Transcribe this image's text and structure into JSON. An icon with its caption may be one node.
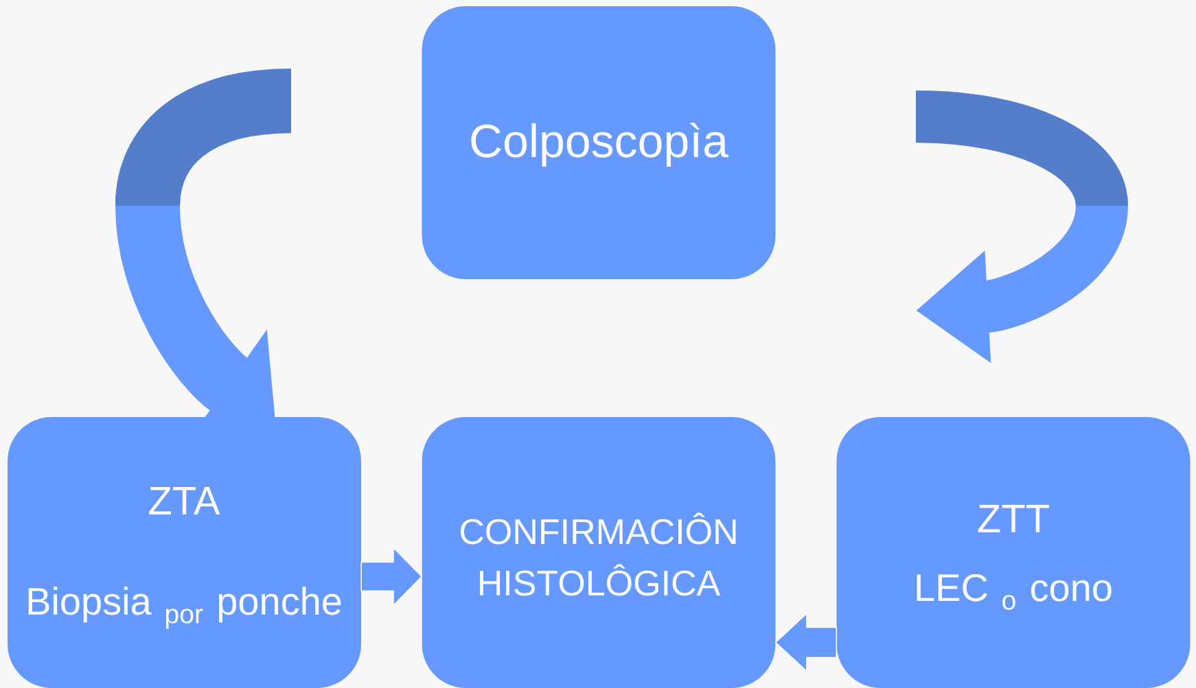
{
  "diagram": {
    "nodes": [
      {
        "text": [
          "Colposcopìa"
        ]
      },
      {
        "text": [
          "ZTA",
          "Biopsia $_{por}$ ponche"
        ]
      },
      {
        "text": [
          "CONFIRMACIÔN HISTOLÔGICA"
        ]
      },
      {
        "text": [
          "ZTT",
          "LEC $_{o}$ cono"
        ]
      }
    ],
    "edges": [
      {
        "from": null,
        "to": 1,
        "arrow": "to"
      },
      {
        "from": null,
        "to": 3,
        "arrow": "to"
      },
      {
        "from": 1,
        "to": 2,
        "arrow": "to"
      },
      {
        "from": 3,
        "to": 2,
        "arrow": "to"
      }
    ]
  }
}
